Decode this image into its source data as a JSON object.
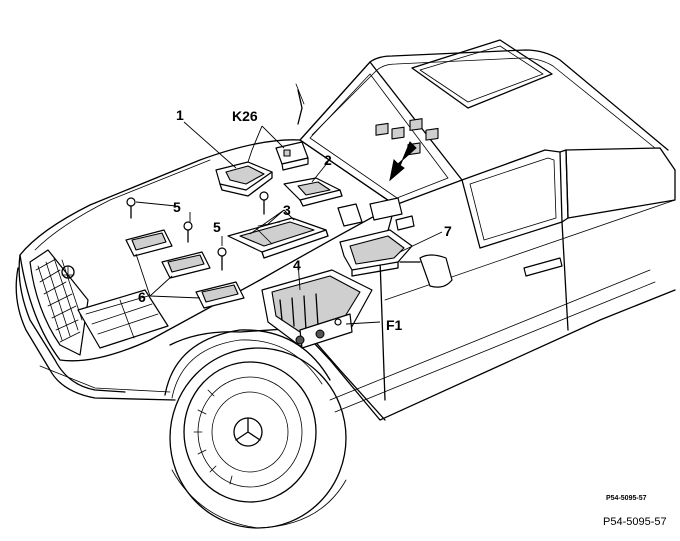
{
  "callouts": {
    "c1": "1",
    "c2": "2",
    "c3": "3",
    "c4": "4",
    "c5a": "5",
    "c5b": "5",
    "c6": "6",
    "c7": "7",
    "k26": "K26",
    "f1": "F1"
  },
  "figure_codes": {
    "small": "P54-5095-57",
    "main": "P54-5095-57"
  }
}
